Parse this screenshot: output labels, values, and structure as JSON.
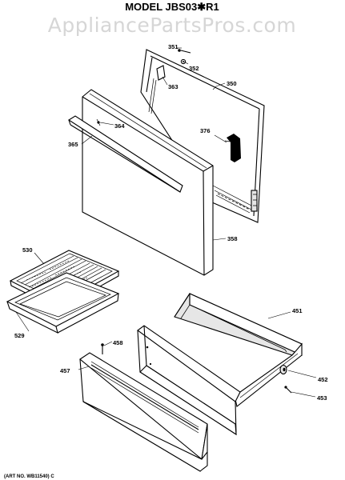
{
  "diagram": {
    "title": "MODEL JBS03✱R1",
    "watermark": "AppliancePartsPros.com",
    "art_number": "(ART NO. WB11540) C",
    "callouts": {
      "c351": "351",
      "c352": "352",
      "c363": "363",
      "c350": "350",
      "c364": "364",
      "c365": "365",
      "c376": "376",
      "c358": "358",
      "c530": "530",
      "c529": "529",
      "c451": "451",
      "c458": "458",
      "c457": "457",
      "c452": "452",
      "c453": "453"
    }
  }
}
